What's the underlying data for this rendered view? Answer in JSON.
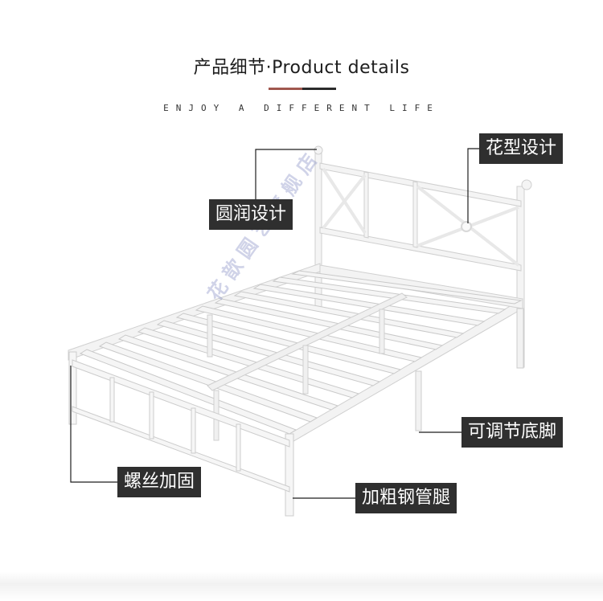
{
  "header": {
    "title": "产品细节·Product details",
    "subtitle": "ENJOY A DIFFERENT LIFE"
  },
  "callouts": {
    "rounded_design": "圆润设计",
    "pattern_design": "花型设计",
    "adjustable_feet": "可调节底脚",
    "screw_reinforce": "螺丝加固",
    "thick_steel_legs": "加粗钢管腿"
  },
  "watermark": "花歆圆艺旗舰店",
  "colors": {
    "label_bg": "#2f2f2f",
    "accent_red": "#a0574e",
    "accent_dark": "#2a2a2a",
    "frame_white": "#f4f4f4"
  }
}
